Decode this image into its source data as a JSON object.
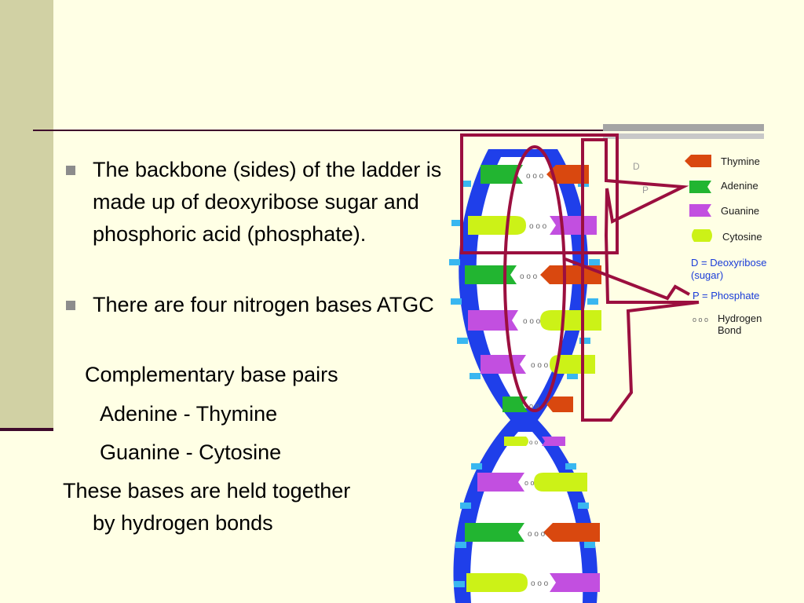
{
  "bullets": [
    "The backbone (sides) of the ladder is made up of deoxyribose sugar and phosphoric acid (phosphate).",
    "There are four nitrogen bases ATGC"
  ],
  "lines": {
    "complementary": "Complementary base pairs",
    "pair_at": "Adenine  -   Thymine",
    "pair_gc": "Guanine  -   Cytosine",
    "hydrogen_1": "These bases are held together",
    "hydrogen_2": "by hydrogen bonds"
  },
  "legend": {
    "thymine": "Thymine",
    "adenine": "Adenine",
    "guanine": "Guanine",
    "cytosine": "Cytosine",
    "d_def_1": "D = Deoxyribose",
    "d_def_2": "(sugar)",
    "p_def": "P = Phosphate",
    "hbond_1": "Hydrogen",
    "hbond_2": "Bond"
  },
  "diagram_letters": {
    "d": "D",
    "p": "P"
  },
  "colors": {
    "thymine": "#D9480F",
    "adenine": "#22B531",
    "guanine": "#C24FE0",
    "cytosine": "#CCF217",
    "backbone": "#1F3FEA",
    "highlight": "#9B0F3F"
  }
}
